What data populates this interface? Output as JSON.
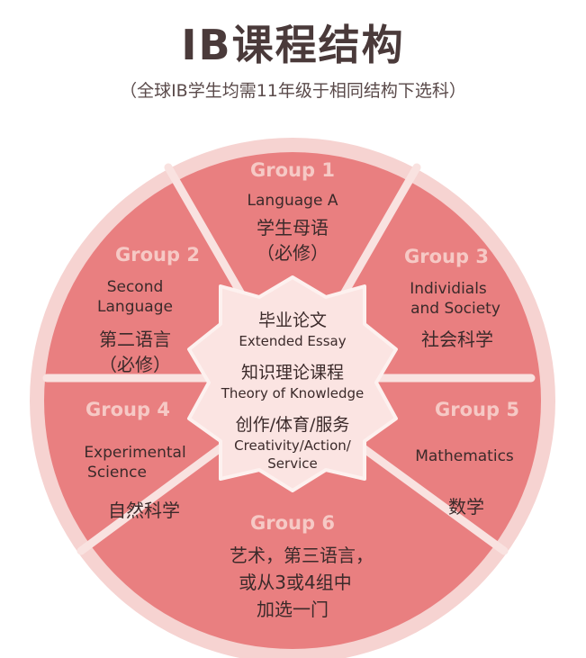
{
  "title": "IB课程结构",
  "subtitle": "（全球IB学生均需11年级于相同结构下选科）",
  "colors": {
    "segment_fill": "#e97f80",
    "outer_ring": "#f6d3d1",
    "divider": "#f9e2e0",
    "group_title": "#f6c9c5",
    "core_fill": "#fbe4e2",
    "text": "#3b2a2a"
  },
  "groups": [
    {
      "title": "Group 1",
      "en": [
        "Language A"
      ],
      "cn": [
        "学生母语",
        "（必修）"
      ]
    },
    {
      "title": "Group 2",
      "en": [
        "Second",
        "Language"
      ],
      "cn": [
        "第二语言",
        "（必修）"
      ]
    },
    {
      "title": "Group 3",
      "en": [
        "Individials",
        "and Society"
      ],
      "cn": [
        "社会科学"
      ]
    },
    {
      "title": "Group 4",
      "en": [
        "Experimental",
        "Science"
      ],
      "cn": [
        "自然科学"
      ]
    },
    {
      "title": "Group 5",
      "en": [
        "Mathematics"
      ],
      "cn": [
        "数学"
      ]
    },
    {
      "title": "Group 6",
      "en": [],
      "cn": [
        "艺术，第三语言，",
        "或从3或4组中",
        "加选一门"
      ]
    }
  ],
  "core": [
    {
      "cn": "毕业论文",
      "en": "Extended Essay"
    },
    {
      "cn": "知识理论课程",
      "en": "Theory of Knowledge"
    },
    {
      "cn": "创作/体育/服务",
      "en": [
        "Creativity/Action/",
        "Service"
      ]
    }
  ]
}
